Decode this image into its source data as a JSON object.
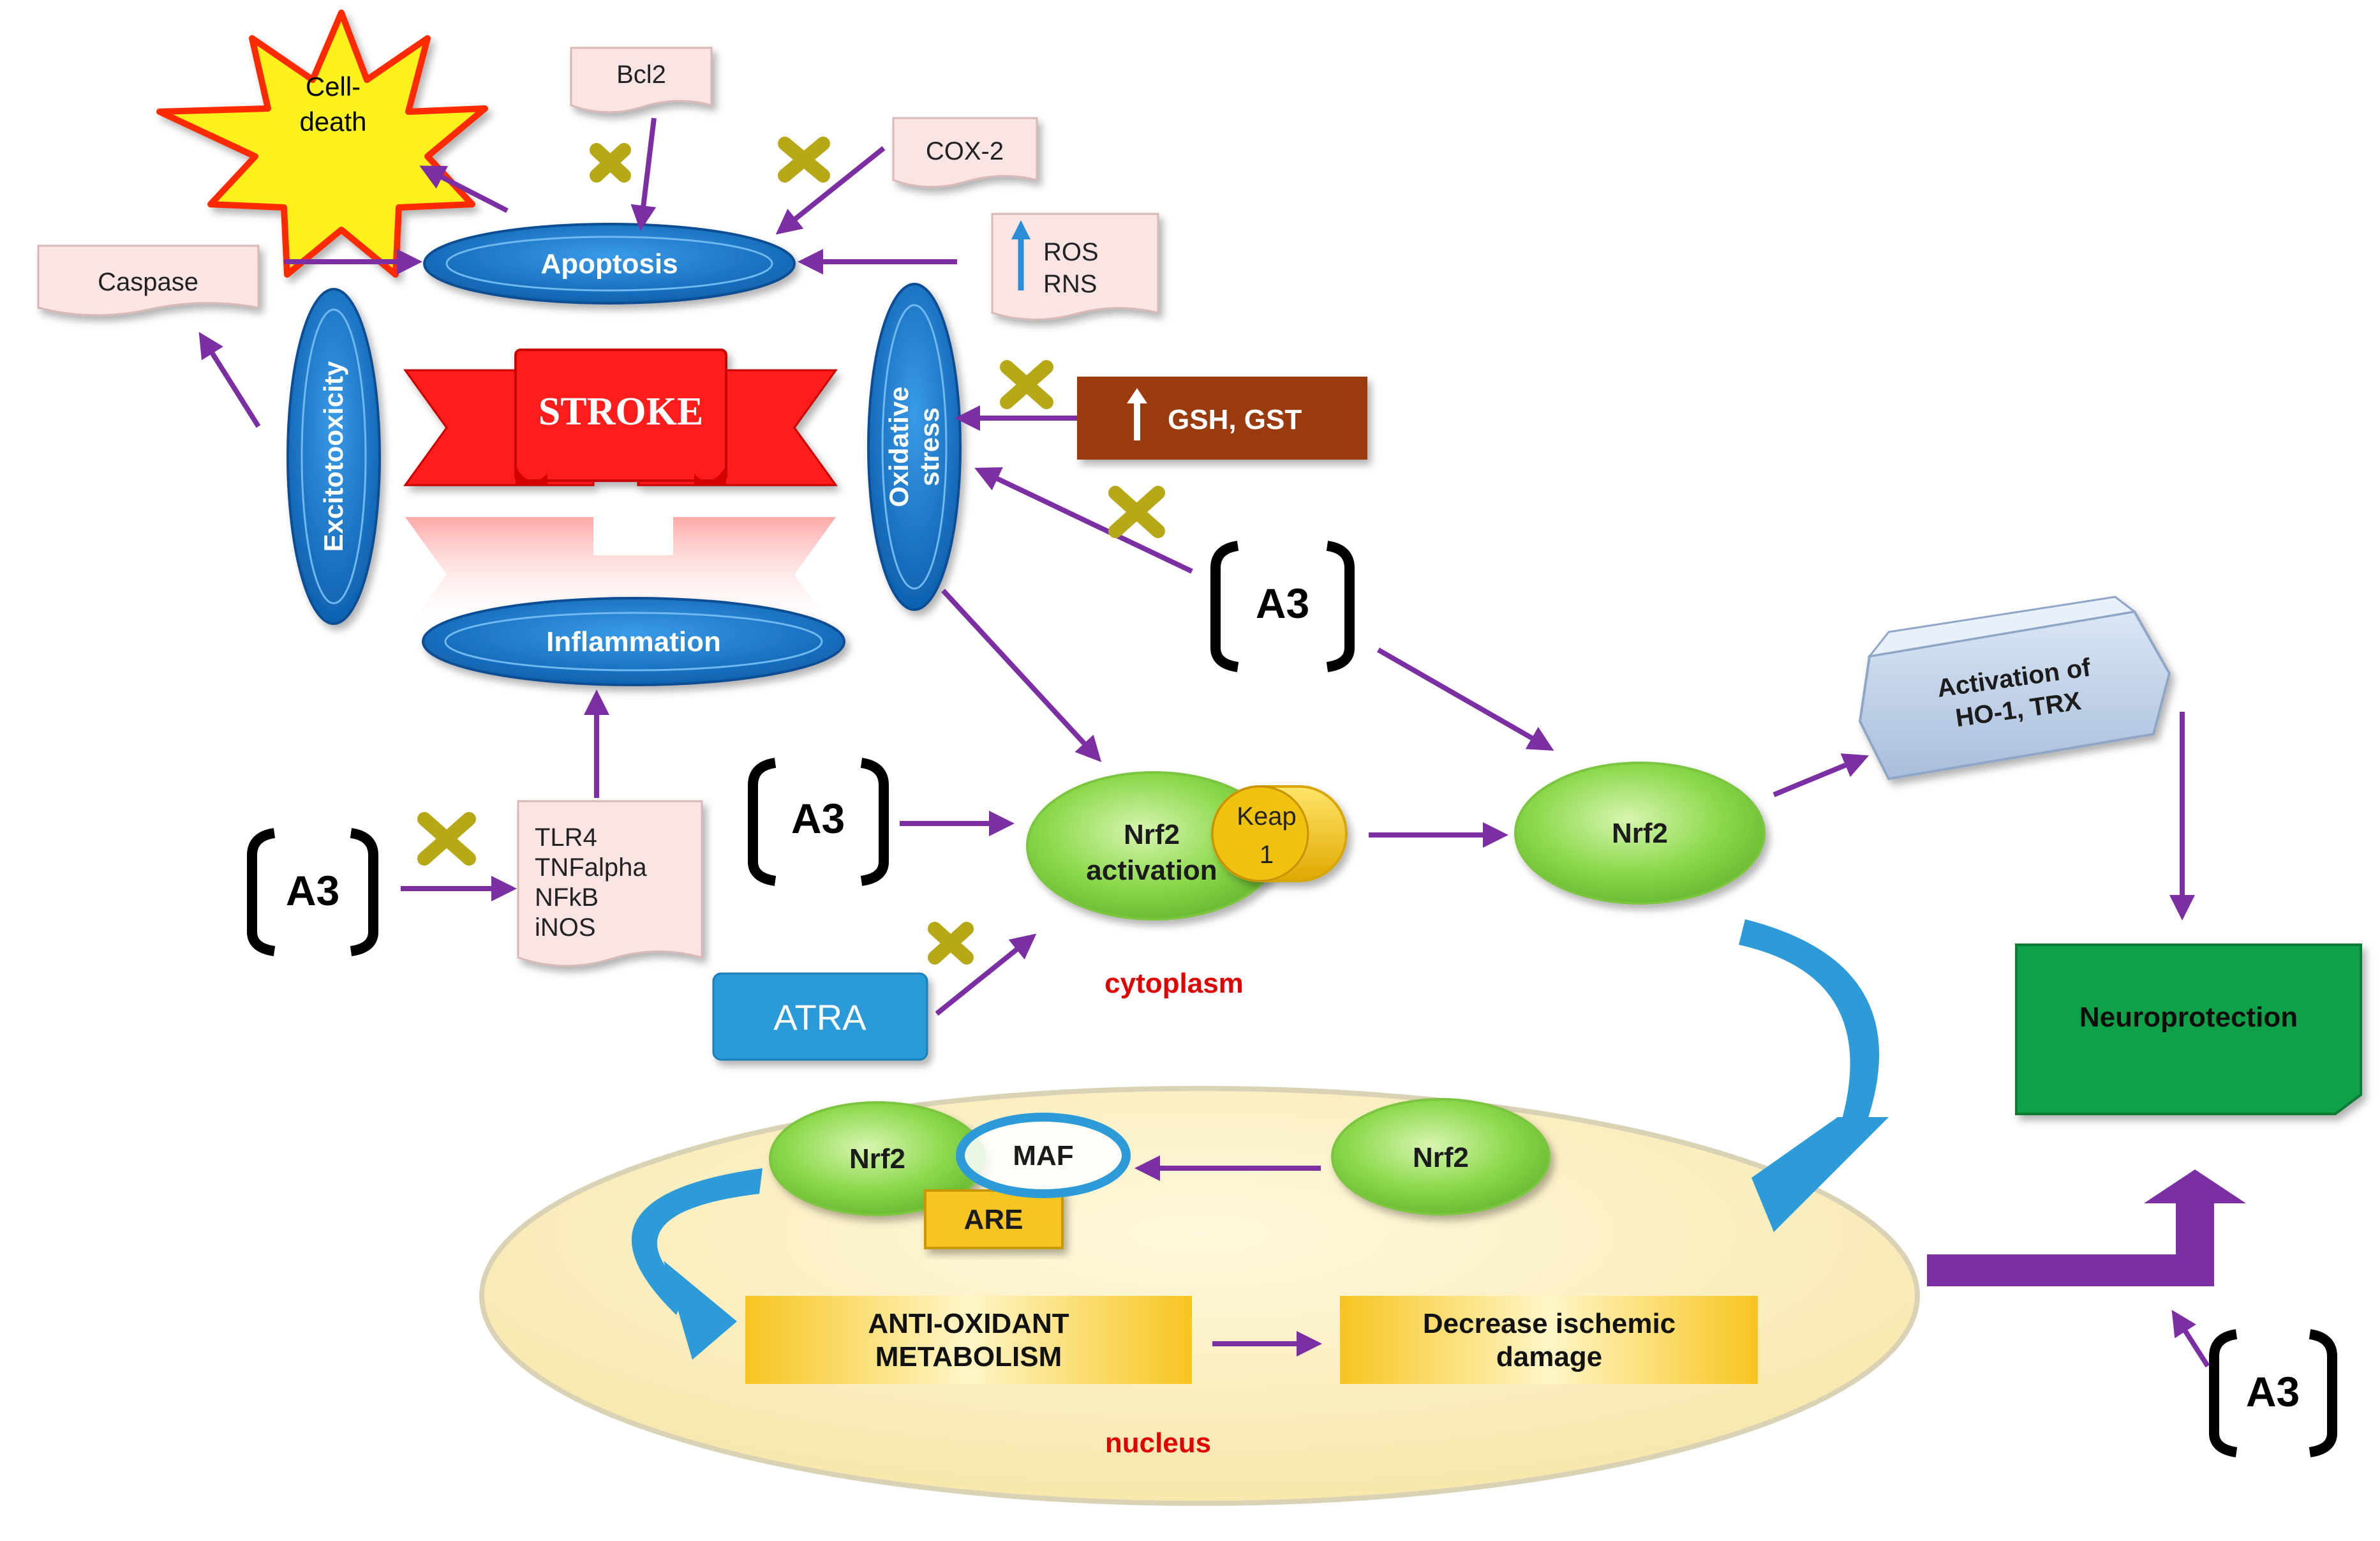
{
  "nodes": {
    "cell_death": "Cell-\ndeath",
    "bcl2": "Bcl2",
    "cox2": "COX-2",
    "caspase": "Caspase",
    "apoptosis": "Apoptosis",
    "ros": "ROS",
    "rns": "RNS",
    "excitotoxicity": "Excitotooxicity",
    "oxidative_stress": "Oxidative\nstress",
    "stroke": "STROKE",
    "gsh_gst": "GSH, GST",
    "inflammation": "Inflammation",
    "a3_label": "A3",
    "tlr_list": [
      "TLR4",
      "TNFalpha",
      "NFkB",
      "iNOS"
    ],
    "nrf2_activation": "Nrf2\nactivation",
    "keap1": "Keap\n1",
    "nrf2": "Nrf2",
    "atra": "ATRA",
    "cytoplasm": "cytoplasm",
    "activation_ho1": "Activation of\nHO-1, TRX",
    "neuroprotection": "Neuroprotection",
    "maf": "MAF",
    "are": "ARE",
    "antioxidant": "ANTI-OXIDANT\nMETABOLISM",
    "decrease": "Decrease ischemic\ndamage",
    "nucleus": "nucleus"
  },
  "colors": {
    "arrow": "#7B2FA3",
    "blue_ellipse": "#0B6FC2",
    "stroke_red": "#FF1A1A",
    "green": "#8AD84A",
    "nucleus": "#FBF0C4",
    "gold": "#F7C520",
    "neuro_green": "#0FA247",
    "brown": "#9A3A07",
    "atra_blue": "#2C9BD8",
    "x_mark": "#B7A817",
    "pink_box": "#FBE4E4"
  }
}
